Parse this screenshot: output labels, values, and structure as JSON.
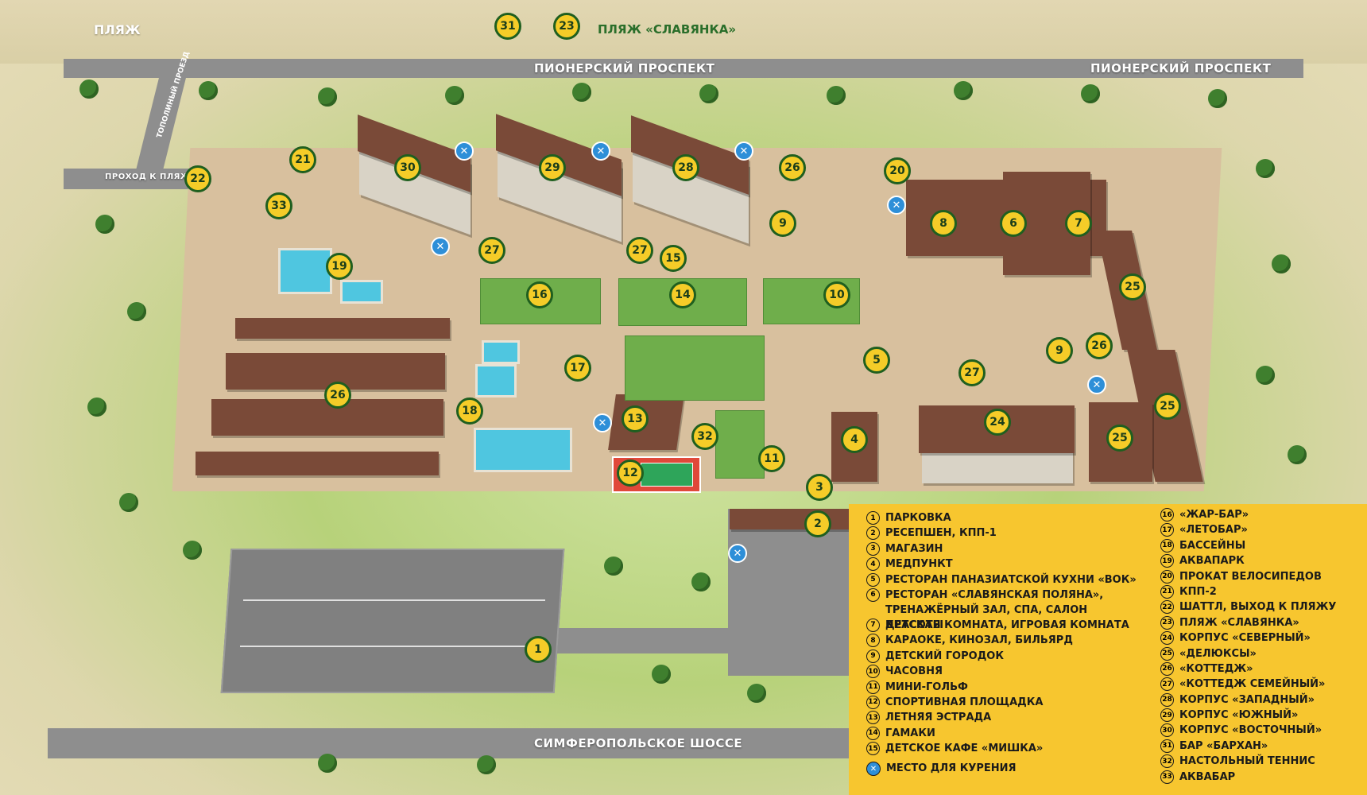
{
  "top": {
    "beach_label": "ПЛЯЖ",
    "beach_markers": [
      "31",
      "23"
    ],
    "beach_name": "ПЛЯЖ «СЛАВЯНКА»"
  },
  "roads": {
    "pioneer_left": "ПИОНЕРСКИЙ ПРОСПЕКТ",
    "pioneer_right": "ПИОНЕРСКИЙ ПРОСПЕКТ",
    "topolny": "ТОПОЛИНЫЙ ПРОЕЗД",
    "beach_pass": "ПРОХОД К ПЛЯЖУ",
    "simferopol": "СИМФЕРОПОЛЬСКОЕ ШОССЕ"
  },
  "markers": {
    "m1": "1",
    "m2": "2",
    "m3": "3",
    "m4": "4",
    "m5": "5",
    "m6": "6",
    "m7": "7",
    "m8": "8",
    "m9a": "9",
    "m9b": "9",
    "m10": "10",
    "m11": "11",
    "m12": "12",
    "m13": "13",
    "m14": "14",
    "m15": "15",
    "m16": "16",
    "m17": "17",
    "m18": "18",
    "m19": "19",
    "m20": "20",
    "m21": "21",
    "m22": "22",
    "m24": "24",
    "m25a": "25",
    "m25b": "25",
    "m25c": "25",
    "m26a": "26",
    "m26b": "26",
    "m26c": "26",
    "m27a": "27",
    "m27b": "27",
    "m27c": "27",
    "m28": "28",
    "m29": "29",
    "m30": "30",
    "m32": "32",
    "m33": "33"
  },
  "legend": {
    "left": [
      {
        "num": "1",
        "text": "ПАРКОВКА"
      },
      {
        "num": "2",
        "text": "РЕСЕПШЕН, КПП-1"
      },
      {
        "num": "3",
        "text": "МАГАЗИН"
      },
      {
        "num": "4",
        "text": "МЕДПУНКТ"
      },
      {
        "num": "5",
        "text": "РЕСТОРАН ПАНАЗИАТСКОЙ КУХНИ «ВОК»"
      },
      {
        "num": "6",
        "text": "РЕСТОРАН «СЛАВЯНСКАЯ ПОЛЯНА», ТРЕНАЖЁРНЫЙ ЗАЛ, СПА, САЛОН КРАСОТЫ"
      },
      {
        "num": "7",
        "text": "ДЕТСКАЯ КОМНАТА, ИГРОВАЯ КОМНАТА"
      },
      {
        "num": "8",
        "text": "КАРАОКЕ, КИНОЗАЛ, БИЛЬЯРД"
      },
      {
        "num": "9",
        "text": "ДЕТСКИЙ ГОРОДОК"
      },
      {
        "num": "10",
        "text": "ЧАСОВНЯ"
      },
      {
        "num": "11",
        "text": "МИНИ-ГОЛЬФ"
      },
      {
        "num": "12",
        "text": "СПОРТИВНАЯ ПЛОЩАДКА"
      },
      {
        "num": "13",
        "text": "ЛЕТНЯЯ ЭСТРАДА"
      },
      {
        "num": "14",
        "text": "ГАМАКИ"
      },
      {
        "num": "15",
        "text": "ДЕТСКОЕ КАФЕ «МИШКА»"
      }
    ],
    "smoking": "МЕСТО ДЛЯ КУРЕНИЯ",
    "right": [
      {
        "num": "16",
        "text": "«ЖАР-БАР»"
      },
      {
        "num": "17",
        "text": "«ЛЕТОБАР»"
      },
      {
        "num": "18",
        "text": "БАССЕЙНЫ"
      },
      {
        "num": "19",
        "text": "АКВАПАРК"
      },
      {
        "num": "20",
        "text": "ПРОКАТ ВЕЛОСИПЕДОВ"
      },
      {
        "num": "21",
        "text": "КПП-2"
      },
      {
        "num": "22",
        "text": "ШАТТЛ, ВЫХОД К ПЛЯЖУ"
      },
      {
        "num": "23",
        "text": "ПЛЯЖ «СЛАВЯНКА»"
      },
      {
        "num": "24",
        "text": "КОРПУС «СЕВЕРНЫЙ»"
      },
      {
        "num": "25",
        "text": "«ДЕЛЮКСЫ»"
      },
      {
        "num": "26",
        "text": "«КОТТЕДЖ»"
      },
      {
        "num": "27",
        "text": "«КОТТЕДЖ СЕМЕЙНЫЙ»"
      },
      {
        "num": "28",
        "text": "КОРПУС «ЗАПАДНЫЙ»"
      },
      {
        "num": "29",
        "text": "КОРПУС «ЮЖНЫЙ»"
      },
      {
        "num": "30",
        "text": "КОРПУС «ВОСТОЧНЫЙ»"
      },
      {
        "num": "31",
        "text": "БАР «БАРХАН»"
      },
      {
        "num": "32",
        "text": "НАСТОЛЬНЫЙ ТЕННИС"
      },
      {
        "num": "33",
        "text": "АКВАБАР"
      }
    ]
  }
}
